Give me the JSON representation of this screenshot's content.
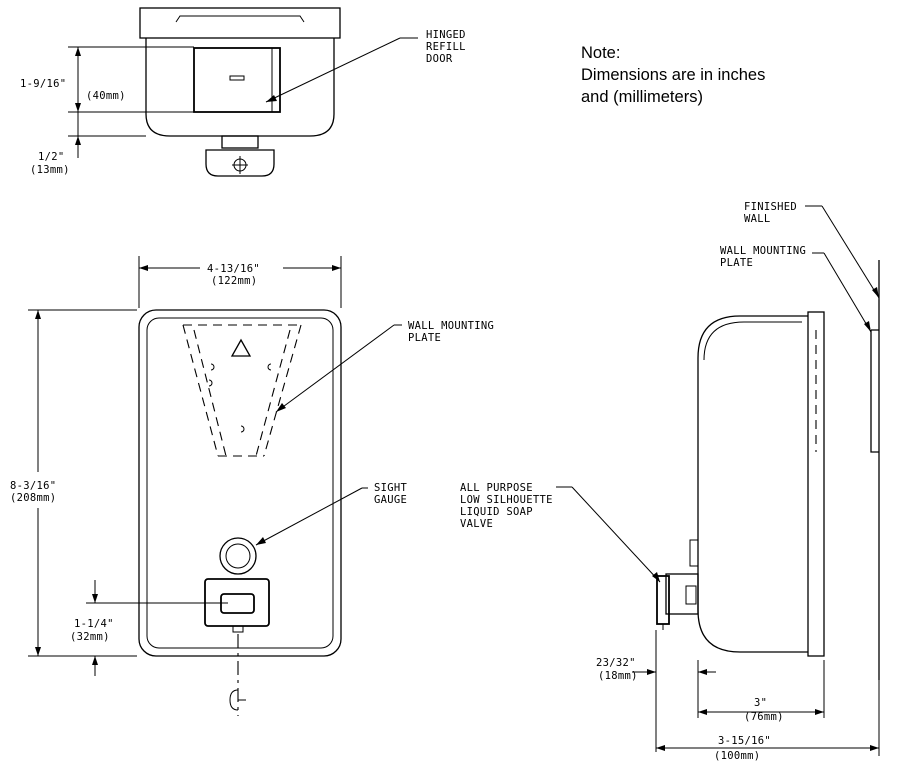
{
  "note": {
    "title": "Note:",
    "line1": "Dimensions are in inches",
    "line2": "and (millimeters)"
  },
  "top_view": {
    "callout": [
      "HINGED",
      "REFILL",
      "DOOR"
    ],
    "dim_height": {
      "inch": "1-9/16\"",
      "mm": "(40mm)"
    },
    "dim_offset": {
      "inch": "1/2\"",
      "mm": "(13mm)"
    }
  },
  "front_view": {
    "dim_width": {
      "inch": "4-13/16\"",
      "mm": "(122mm)"
    },
    "dim_height": {
      "inch": "8-3/16\"",
      "mm": "(208mm)"
    },
    "dim_valve": {
      "inch": "1-1/4\"",
      "mm": "(32mm)"
    },
    "callout_plate": [
      "WALL MOUNTING",
      "PLATE"
    ],
    "callout_gauge": [
      "SIGHT",
      "GAUGE"
    ]
  },
  "side_view": {
    "callout_wall": [
      "FINISHED",
      "WALL"
    ],
    "callout_plate": [
      "WALL MOUNTING",
      "PLATE"
    ],
    "callout_valve": [
      "ALL PURPOSE",
      "LOW SILHOUETTE",
      "LIQUID SOAP",
      "VALVE"
    ],
    "dim_valve_depth": {
      "inch": "23/32\"",
      "mm": "(18mm)"
    },
    "dim_body_depth": {
      "inch": "3\"",
      "mm": "(76mm)"
    },
    "dim_total_depth": {
      "inch": "3-15/16\"",
      "mm": "(100mm)"
    }
  }
}
